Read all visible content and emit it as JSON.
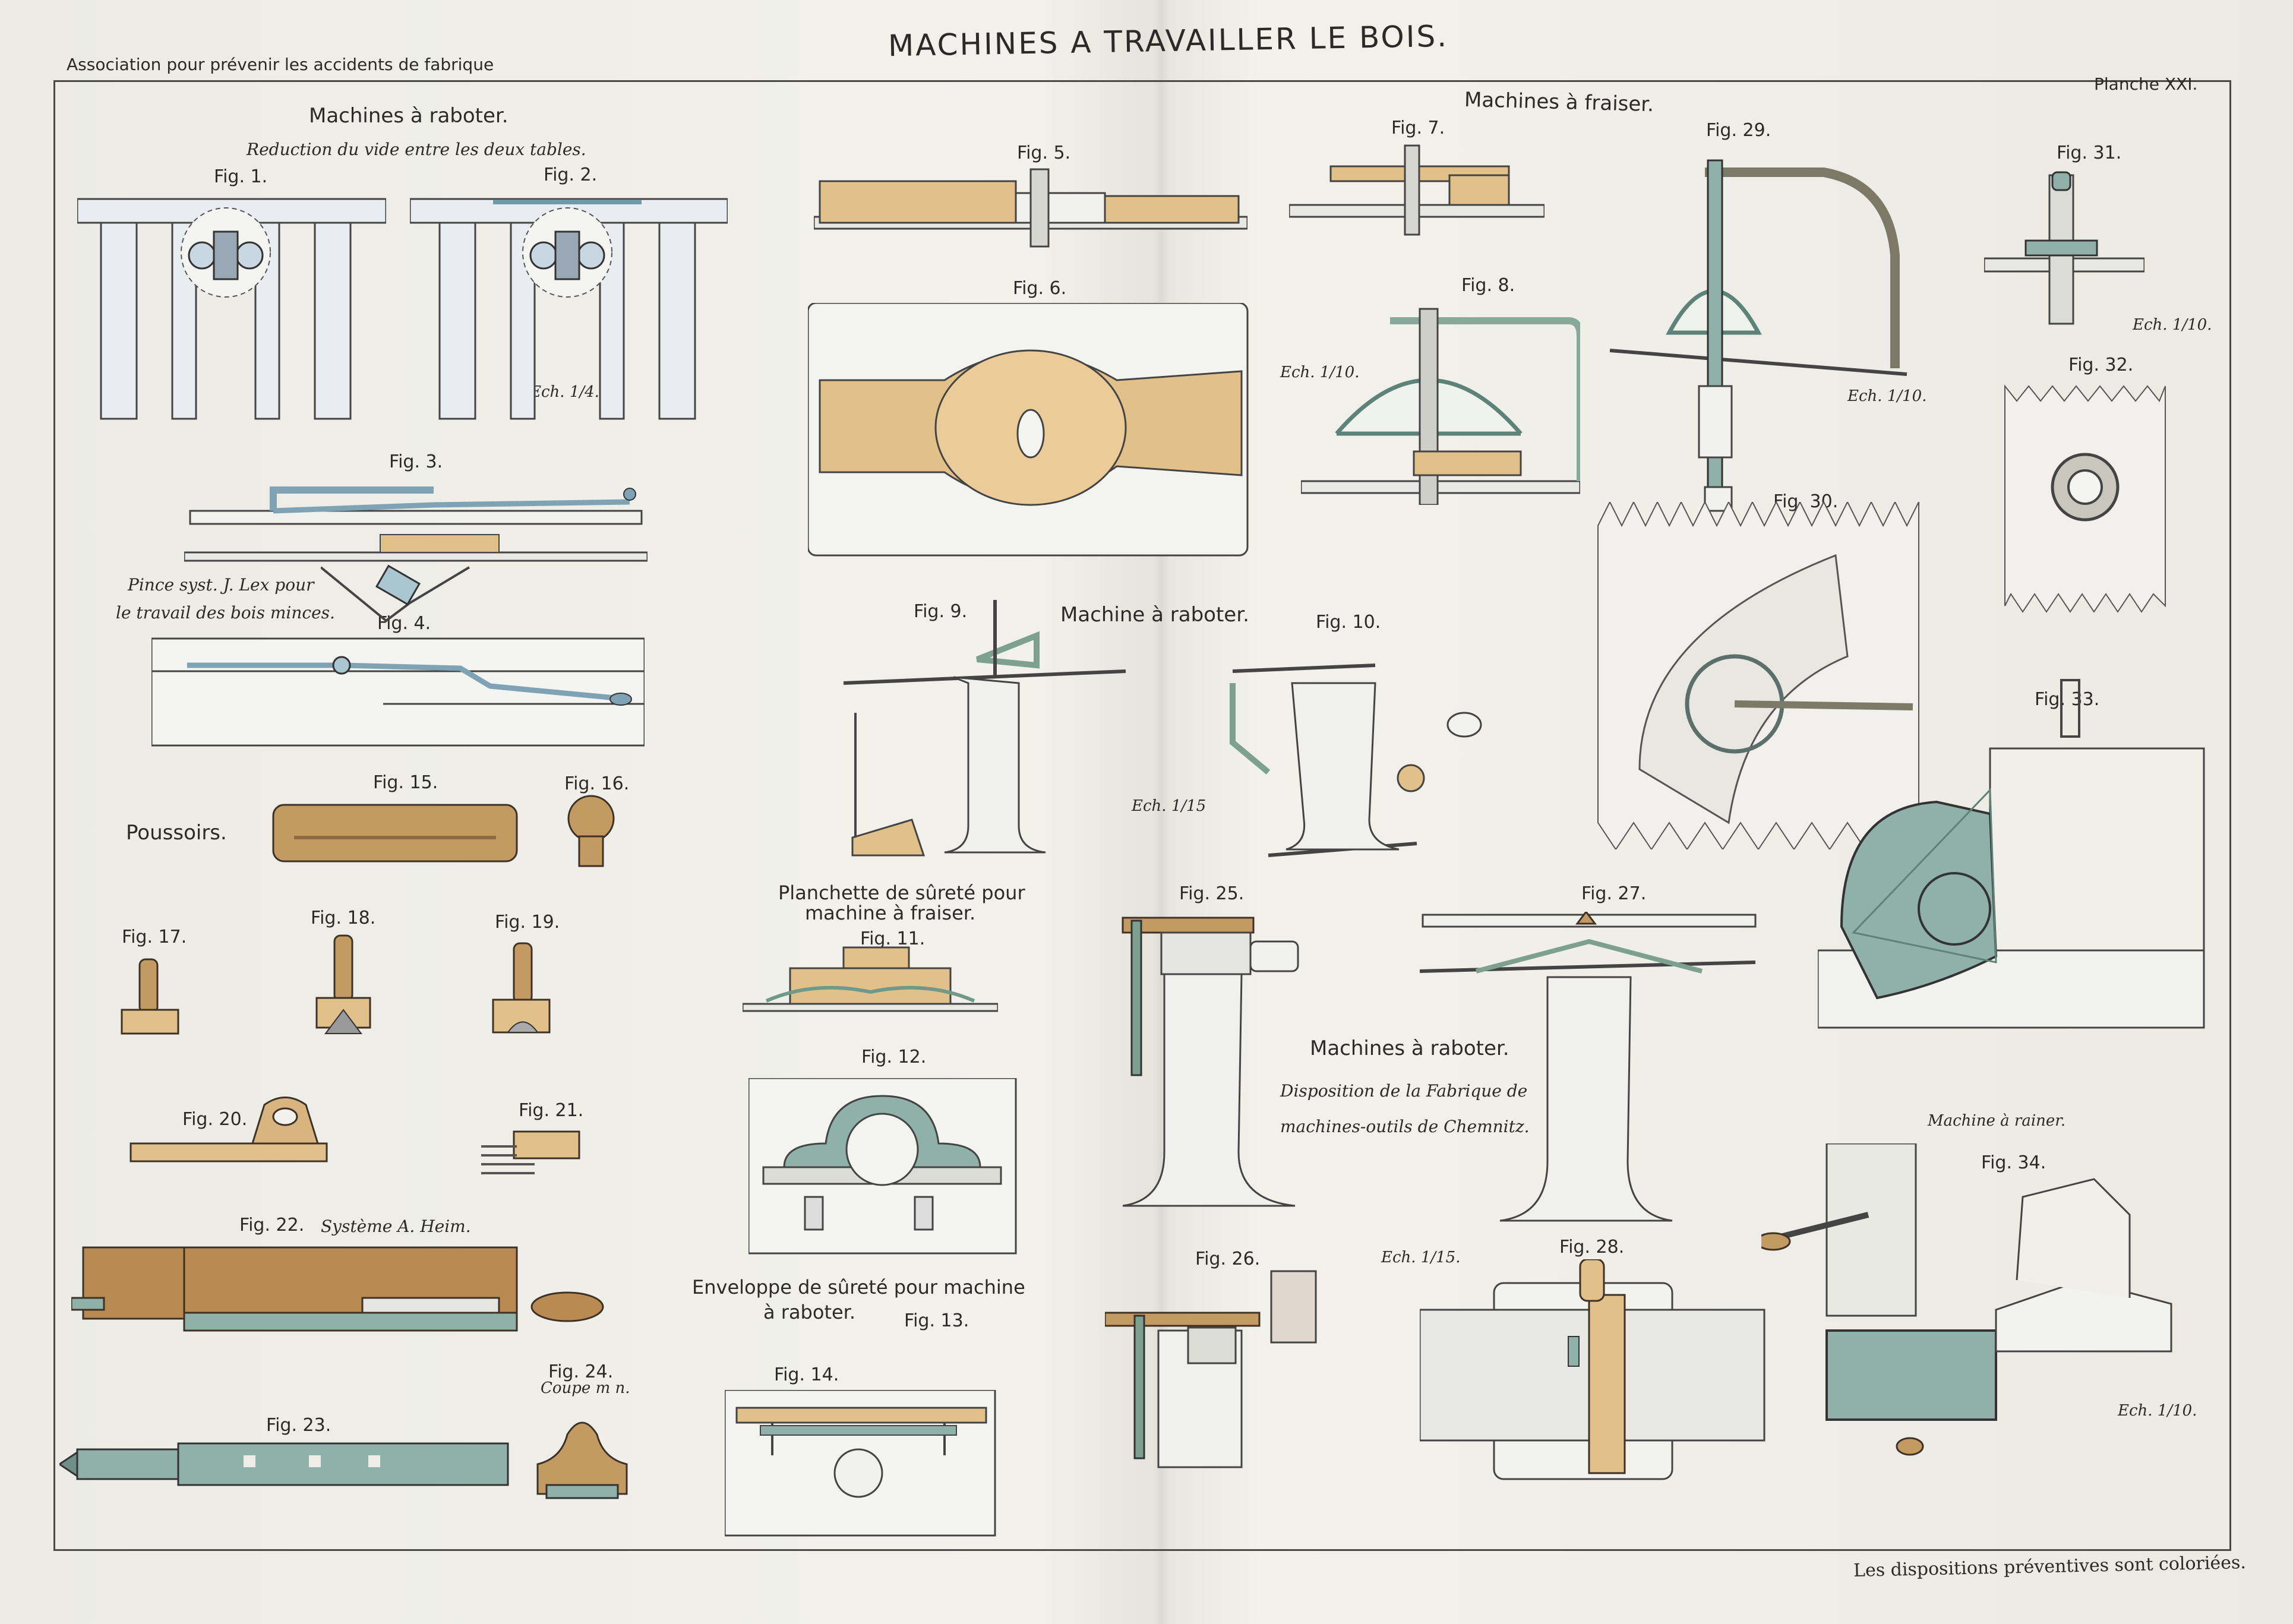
{
  "header": {
    "left": "Association pour prévenir les accidents de fabrique",
    "title": "MACHINES A TRAVAILLER LE BOIS.",
    "right": "Planche XXI."
  },
  "footer": "Les dispositions préventives sont coloriées.",
  "sections": {
    "raboter_top": "Machines à raboter.",
    "raboter_top_sub": "Reduction du vide entre les deux tables.",
    "fraiser": "Machines à fraiser.",
    "raboter_mid": "Machine à raboter.",
    "poussoirs": "Poussoirs.",
    "planchette": "Planchette de sûreté pour",
    "planchette2": "machine à fraiser.",
    "enveloppe": "Enveloppe de sûreté pour machine",
    "enveloppe2": "à raboter.",
    "raboter_right": "Machines à raboter.",
    "chemnitz1": "Disposition de la Fabrique de",
    "chemnitz2": "machines-outils de Chemnitz.",
    "rainer": "Machine à rainer.",
    "pince1": "Pince syst. J. Lex pour",
    "pince2": "le travail des bois minces.",
    "heim": "Système A. Heim.",
    "coupe": "Coupe m n."
  },
  "scales": {
    "ech1": "Ech. 1/4.",
    "ech2": "Ech. 1/10.",
    "ech3": "Ech. 1/10.",
    "ech4": "Ech. 1/10.",
    "ech5": "Ech. 1/15",
    "ech6": "Ech. 1/15.",
    "ech7": "Ech. 1/10."
  },
  "figures": {
    "f1": "Fig. 1.",
    "f2": "Fig. 2.",
    "f3": "Fig. 3.",
    "f4": "Fig. 4.",
    "f5": "Fig. 5.",
    "f6": "Fig. 6.",
    "f7": "Fig. 7.",
    "f8": "Fig. 8.",
    "f9": "Fig. 9.",
    "f10": "Fig. 10.",
    "f11": "Fig. 11.",
    "f12": "Fig. 12.",
    "f13": "Fig. 13.",
    "f14": "Fig. 14.",
    "f15": "Fig. 15.",
    "f16": "Fig. 16.",
    "f17": "Fig. 17.",
    "f18": "Fig. 18.",
    "f19": "Fig. 19.",
    "f20": "Fig. 20.",
    "f21": "Fig. 21.",
    "f22": "Fig. 22.",
    "f23": "Fig. 23.",
    "f24": "Fig. 24.",
    "f25": "Fig. 25.",
    "f26": "Fig. 26.",
    "f27": "Fig. 27.",
    "f28": "Fig. 28.",
    "f29": "Fig. 29.",
    "f30": "Fig. 30.",
    "f31": "Fig. 31.",
    "f32": "Fig. 32.",
    "f33": "Fig. 33.",
    "f34": "Fig. 34."
  },
  "colors": {
    "paper": "#efede7",
    "wood": "#e2c089",
    "wood_dark": "#b98a52",
    "steel_green": "#8fb1a8",
    "steel_blue": "#a9c6d1",
    "ink": "#2b2a28"
  }
}
